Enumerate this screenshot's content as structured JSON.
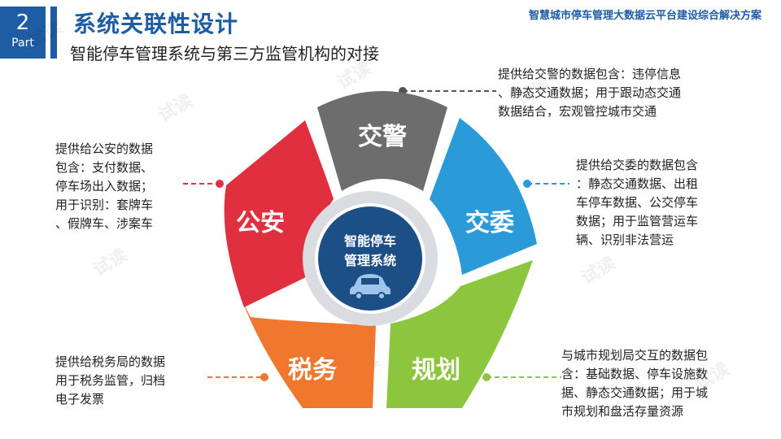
{
  "header": {
    "part_number": "2",
    "part_word": "Part",
    "title": "系统关联性设计",
    "subtitle": "智能停车管理系统与第三方监管机构的对接",
    "top_right": "智慧城市停车管理大数据云平台建设综合解决方案"
  },
  "center": {
    "line1": "智能停车",
    "line2": "管理系统",
    "icon": "car-icon"
  },
  "segments": {
    "jiaojing": {
      "label": "交警",
      "color": "#6d6d6d"
    },
    "jiaowei": {
      "label": "交委",
      "color": "#2b9ad8"
    },
    "guihua": {
      "label": "规划",
      "color": "#8cc63f"
    },
    "shuiwu": {
      "label": "税务",
      "color": "#f0772e"
    },
    "gongan": {
      "label": "公安",
      "color": "#e0303f"
    }
  },
  "descriptions": {
    "jiaojing": [
      "提供给交警的数据包含：违停信息",
      "、静态交通数据；用于跟动态交通",
      "数据结合，宏观管控城市交通"
    ],
    "jiaowei": [
      "提供给交委的数据包含",
      "：静态交通数据、出租",
      "车停车数据、公交停车",
      "数据；用于监管营运车",
      "辆、识别非法营运"
    ],
    "guihua": [
      "与城市规划局交互的数据包",
      "含：基础数据、停车设施数",
      "据、静态交通数据；用于城",
      "市规划和盘活存量资源"
    ],
    "shuiwu": [
      "提供给税务局的数据",
      "用于税务监管，归档",
      "电子发票"
    ],
    "gongan": [
      "提供给公安的数据",
      "包含：支付数据、",
      "停车场出入数据；",
      "用于识别：套牌车",
      "、假牌车、涉案车"
    ]
  },
  "watermark": "试读"
}
